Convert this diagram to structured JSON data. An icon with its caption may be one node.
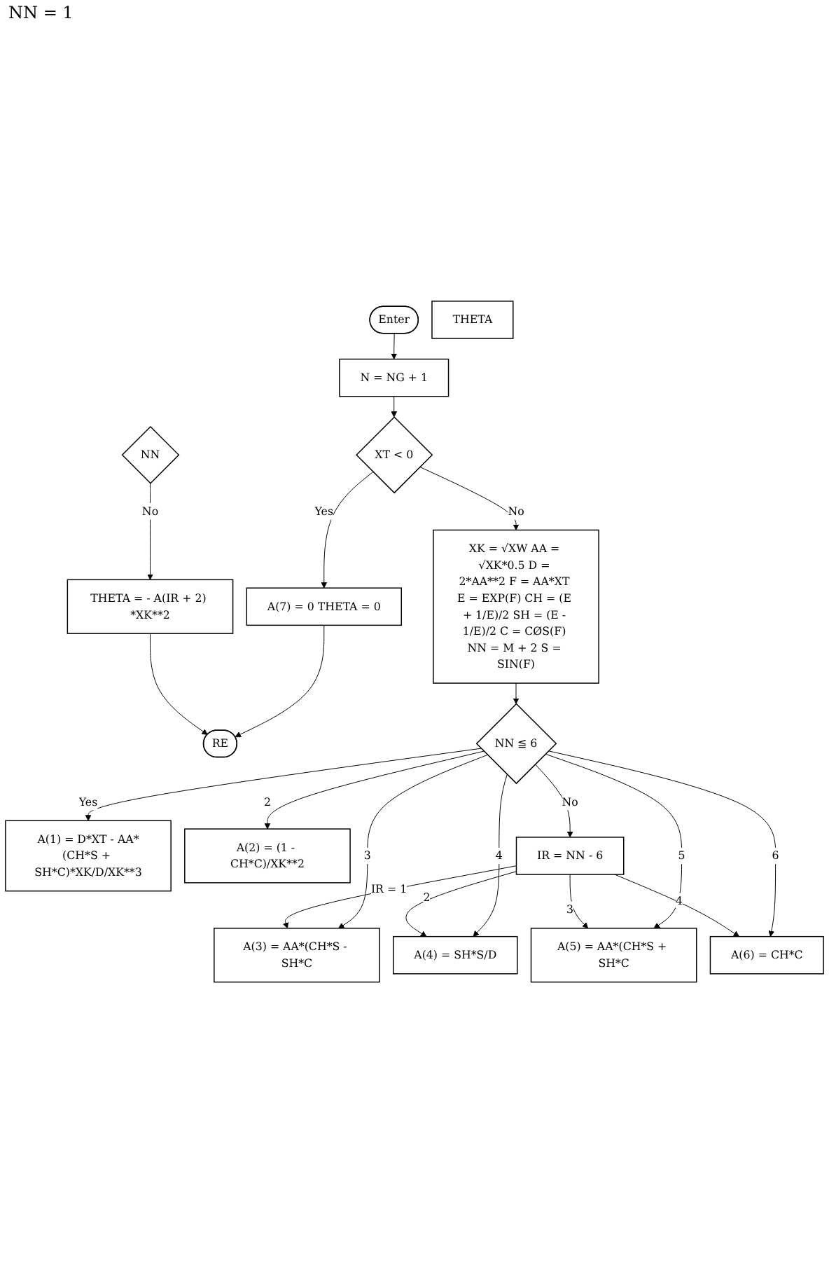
{
  "diagram": {
    "nodes": [
      {
        "text": [
          "Enter"
        ]
      },
      {
        "text": [
          "N = NG + 1"
        ]
      },
      {
        "text": [
          "XT < 0"
        ]
      },
      {
        "text": [
          "A(7) = 0 THETA = 0"
        ]
      },
      {
        "text": [
          "RE"
        ]
      },
      {
        "text": [
          "THETA"
        ]
      },
      {
        "text": [
          "XK = √XW AA = √XK*0.5 D = 2*AA**2 F = AA*XT E = EXP(F) CH = (E + 1/E)/2 SH = (E - 1/E)/2 C = CØS(F) NN = M + 2 S = SIN(F)"
        ]
      },
      {
        "text": [
          "THETA = - A(IR + 2) *XK**2"
        ]
      },
      {
        "text": [
          "NN"
        ]
      },
      {
        "text": [
          "A(1) = D*XT - AA*(CH*S + SH*C)*XK/D/XK**3"
        ]
      },
      {
        "text": [
          "NN ≦ 6"
        ]
      },
      {
        "text": [
          "A(2) = (1 - CH*C)/XK**2"
        ]
      },
      {
        "text": [
          "A(3) = AA*(CH*S - SH*C"
        ]
      },
      {
        "text": [
          "IR = NN - 6"
        ]
      },
      {
        "text": [
          "A(4) = SH*S/D"
        ]
      },
      {
        "text": [
          "A(5) = AA*(CH*S + SH*C"
        ]
      },
      {
        "text": [
          "A(6) = CH*C"
        ]
      }
    ],
    "edges": [
      {
        "from": 0,
        "to": 1,
        "arrow": "to"
      },
      {
        "from": 1,
        "to": 2,
        "arrow": "to"
      },
      {
        "from": 2,
        "to": 3,
        "arrow": "to",
        "label": "Yes"
      },
      {
        "from": 3,
        "to": 4,
        "arrow": "to"
      },
      {
        "from": 2,
        "to": 6,
        "arrow": "to",
        "label": "No"
      },
      {
        "from": 8,
        "to": 7,
        "arrow": "to",
        "label": "No"
      },
      {
        "from": 7,
        "to": 4,
        "arrow": "to"
      },
      {
        "from": 6,
        "to": 10,
        "arrow": "to"
      },
      {
        "from": 10,
        "to": 9,
        "arrow": "to",
        "label": "Yes"
      },
      {
        "from": 10,
        "to": 11,
        "arrow": "to",
        "label": "2"
      },
      {
        "from": 10,
        "to": 12,
        "arrow": "to",
        "label": "3"
      },
      {
        "from": 10,
        "to": 14,
        "arrow": "to",
        "label": "4"
      },
      {
        "from": 10,
        "to": 15,
        "arrow": "to",
        "label": "5"
      },
      {
        "from": 10,
        "to": 16,
        "arrow": "to",
        "label": "6"
      },
      {
        "from": 10,
        "to": 13,
        "arrow": "to",
        "label": "No"
      },
      {
        "from": 13,
        "to": 12,
        "arrow": "to",
        "label": "IR = 1"
      },
      {
        "from": 13,
        "to": 14,
        "arrow": "to",
        "label": "2"
      },
      {
        "from": 13,
        "to": 15,
        "arrow": "to",
        "label": "3"
      },
      {
        "from": 13,
        "to": 16,
        "arrow": "to",
        "label": "4"
      }
    ],
    "labels": [
      "NN = 1"
    ]
  }
}
